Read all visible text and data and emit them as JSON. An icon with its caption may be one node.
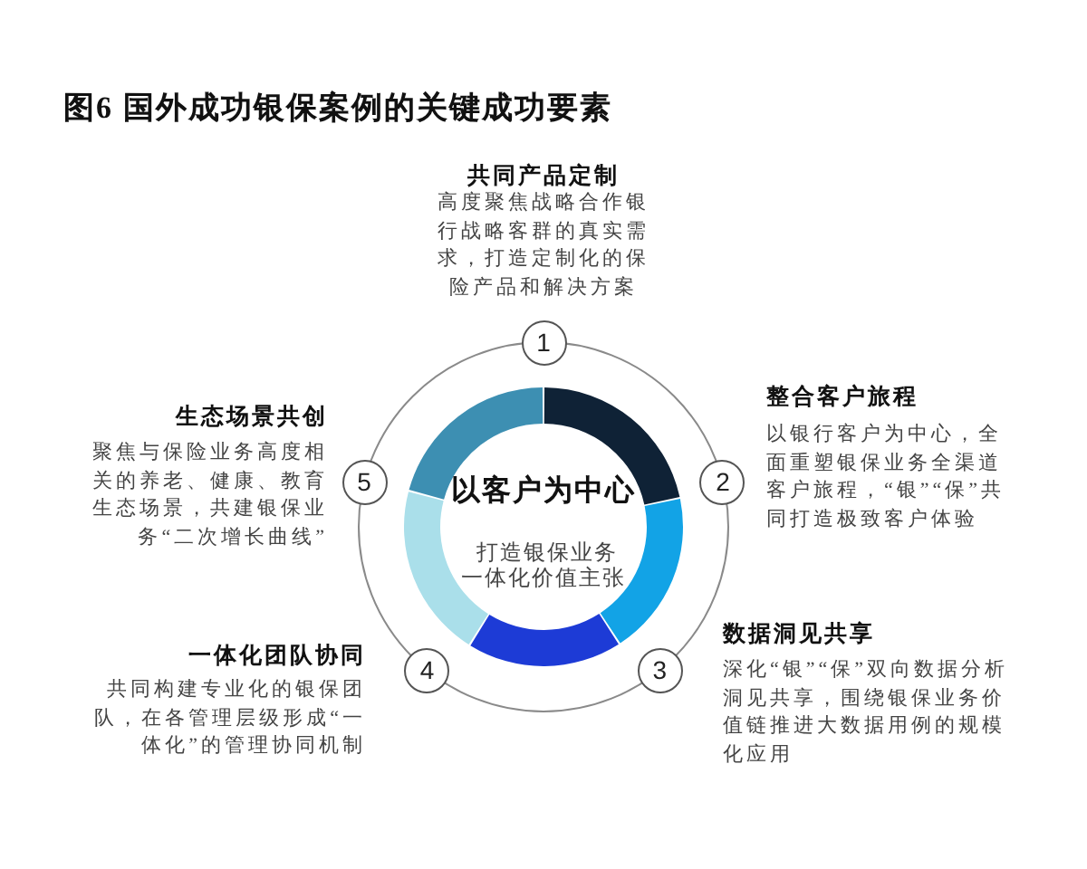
{
  "diagram": {
    "title": "图6 国外成功银保案例的关键成功要素",
    "nodes": [
      {
        "text": [
          "以客户为中心",
          "打造银保业务一体化价值主张"
        ]
      },
      {
        "text": [
          "1"
        ],
        "beside": [
          "共同产品定制",
          "高度聚焦战略合作银行战略客群的真实需求，打造定制化的保险产品和解决方案"
        ]
      },
      {
        "text": [
          "2"
        ],
        "beside": [
          "整合客户旅程",
          "以银行客户为中心，全面重塑银保业务全渠道客户旅程，“银”“保”共同打造极致客户体验"
        ]
      },
      {
        "text": [
          "3"
        ],
        "beside": [
          "数据洞见共享",
          "深化“银”“保”双向数据分析洞见共享，围绕银保业务价值链推进大数据用例的规模化应用"
        ]
      },
      {
        "text": [
          "4"
        ],
        "beside": [
          "一体化团队协同",
          "共同构建专业化的银保团队，在各管理层级形成“一体化”的管理协同机制"
        ]
      },
      {
        "text": [
          "5"
        ],
        "beside": [
          "生态场景共创",
          "聚焦与保险业务高度相关的养老、健康、教育生态场景，共建银保业务“二次增长曲线”"
        ]
      }
    ]
  }
}
